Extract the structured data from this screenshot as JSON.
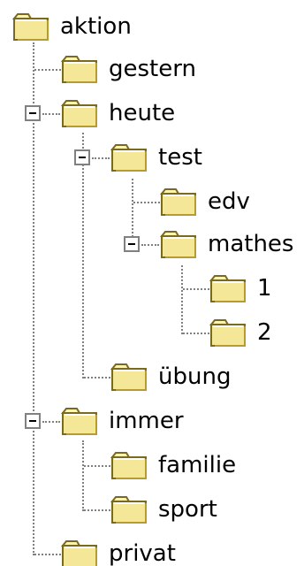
{
  "colors": {
    "connector": "#808080",
    "folder_fill": "#F4E797",
    "folder_tab": "#FFF3B0",
    "folder_outline": "#7A6A1E",
    "background": "#FFFFFF",
    "text": "#000000"
  },
  "tree": {
    "root": {
      "label": "aktion",
      "icon": "folder-icon"
    },
    "nodes": [
      {
        "label": "gestern",
        "icon": "folder-icon"
      },
      {
        "label": "heute",
        "icon": "folder-icon",
        "expanded": true
      },
      {
        "label": "test",
        "icon": "folder-icon",
        "expanded": true
      },
      {
        "label": "edv",
        "icon": "folder-icon"
      },
      {
        "label": "mathes",
        "icon": "folder-icon",
        "expanded": true
      },
      {
        "label": "1",
        "icon": "folder-icon"
      },
      {
        "label": "2",
        "icon": "folder-icon"
      },
      {
        "label": "übung",
        "icon": "folder-icon"
      },
      {
        "label": "immer",
        "icon": "folder-icon",
        "expanded": true
      },
      {
        "label": "familie",
        "icon": "folder-icon"
      },
      {
        "label": "sport",
        "icon": "folder-icon"
      },
      {
        "label": "privat",
        "icon": "folder-icon"
      }
    ]
  }
}
